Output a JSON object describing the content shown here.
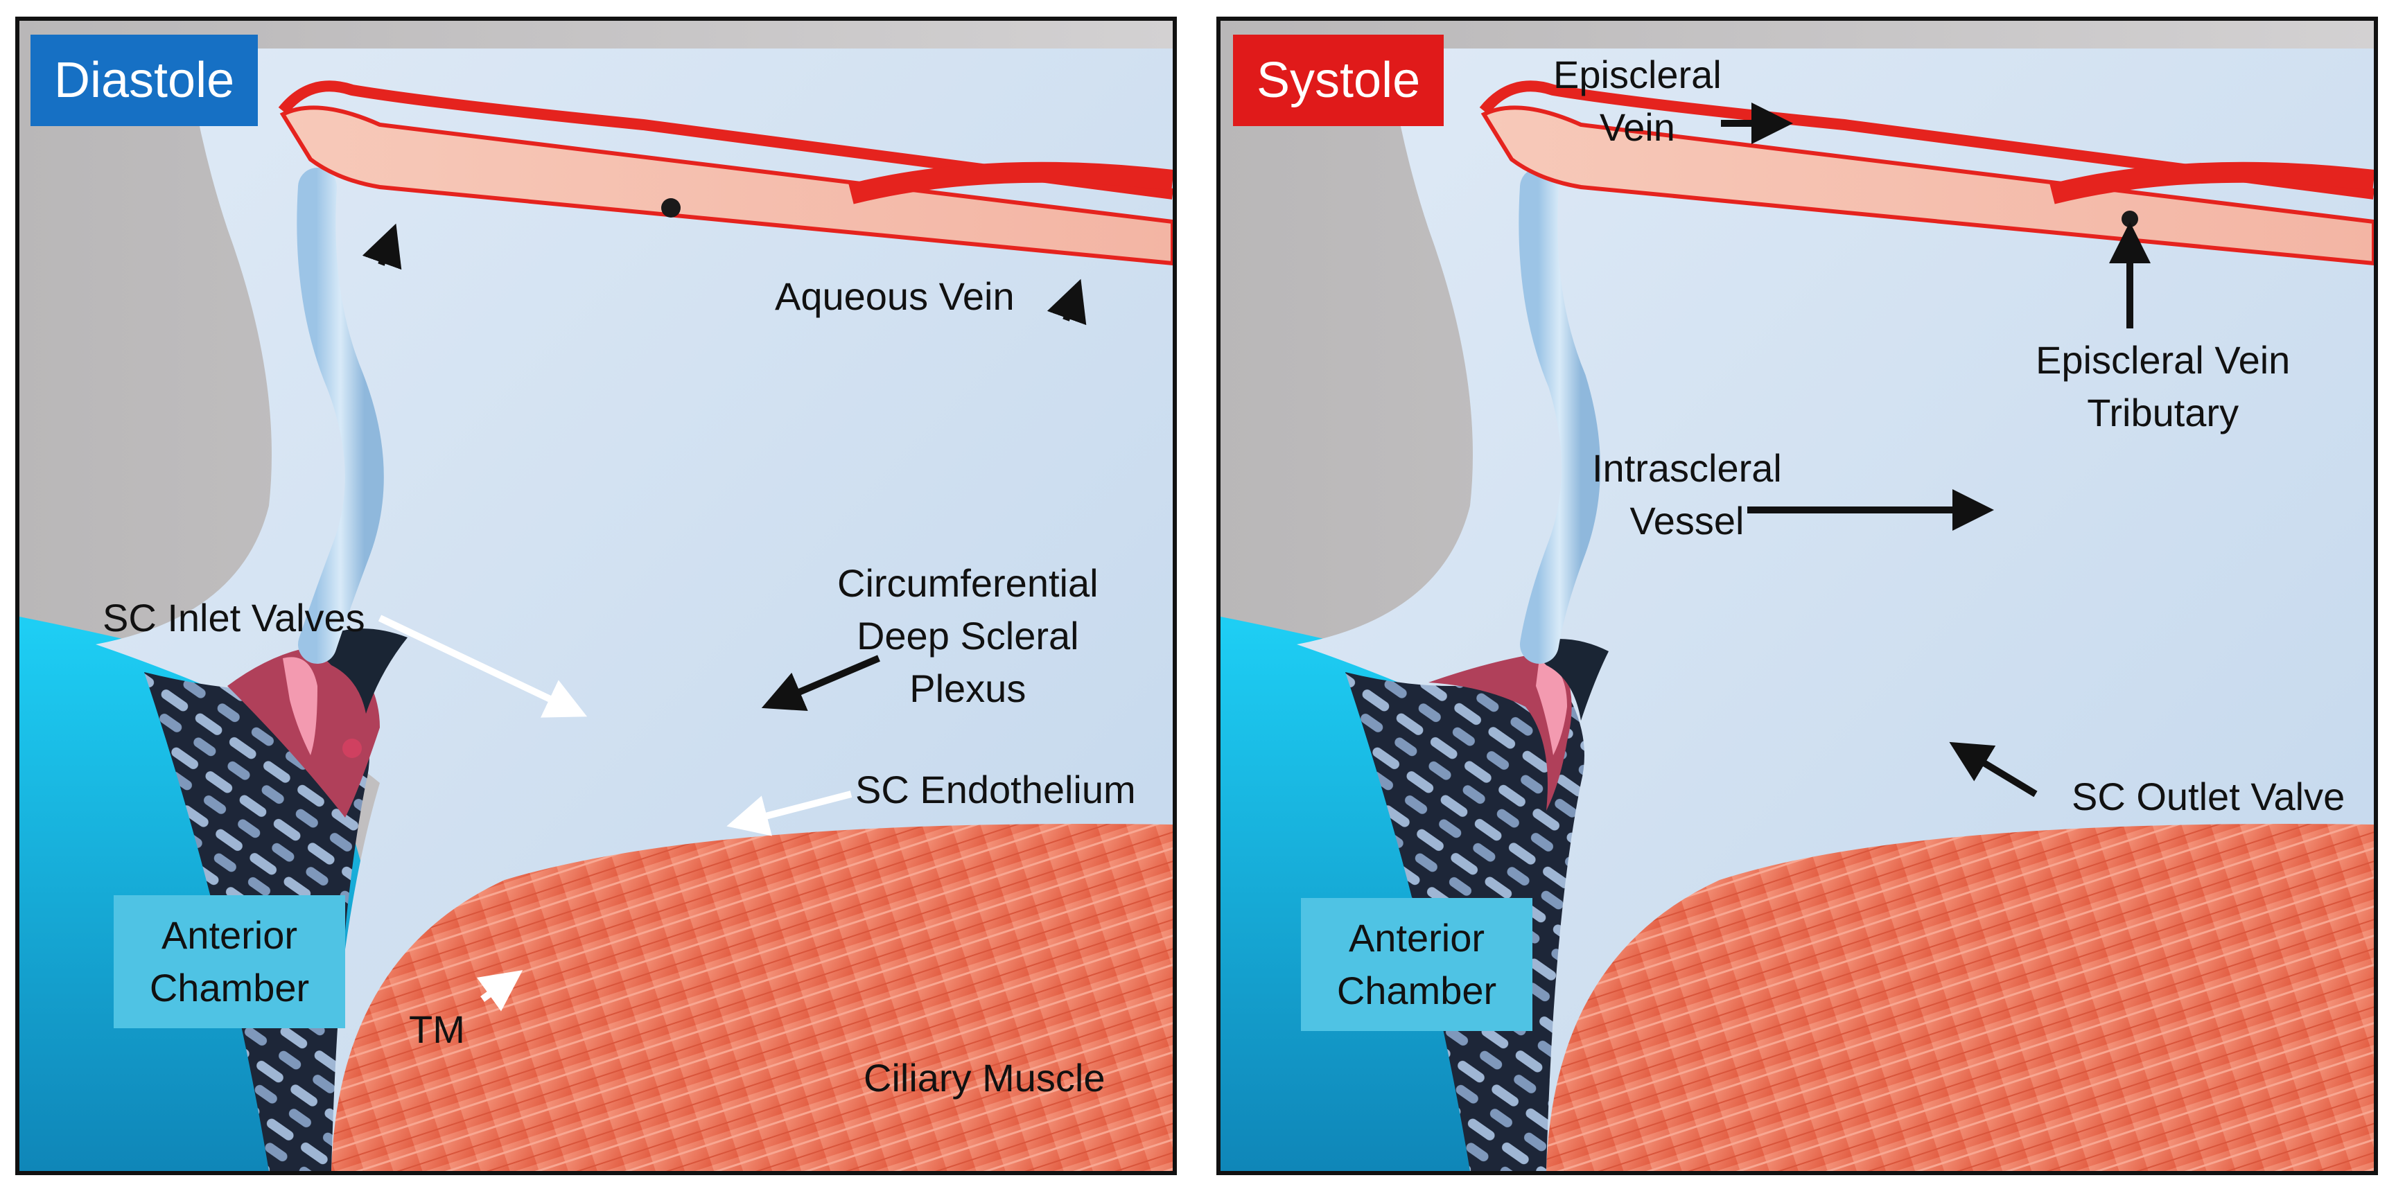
{
  "panels": [
    {
      "badge": "Diastole",
      "badge_color": "#1670c4",
      "labels": {
        "aqueous_vein": "Aqueous Vein",
        "sc_inlet_valves": "SC Inlet Valves",
        "deep_plexus": [
          "Circumferential",
          "Deep Scleral",
          "Plexus"
        ],
        "sc_endothelium": "SC Endothelium",
        "anterior_chamber": [
          "Anterior",
          "Chamber"
        ],
        "tm": "TM",
        "ciliary_muscle": "Ciliary Muscle"
      }
    },
    {
      "badge": "Systole",
      "badge_color": "#e01a1a",
      "labels": {
        "episcleral_vein": [
          "Episcleral",
          "Vein"
        ],
        "episcleral_tributary": [
          "Episcleral Vein",
          "Tributary"
        ],
        "intrascleral_vessel": [
          "Intrascleral",
          "Vessel"
        ],
        "sc_outlet_valve": "SC Outlet Valve",
        "anterior_chamber": [
          "Anterior",
          "Chamber"
        ]
      }
    }
  ],
  "colors": {
    "sclera": "#cfe0f0",
    "chamber": "#16a9d8",
    "cornea": "#c9c7c8",
    "vein": "#e5231e",
    "muscle": "#f07a5e",
    "tissue": "#b2435a"
  },
  "icons": [
    "arrow-icon"
  ]
}
